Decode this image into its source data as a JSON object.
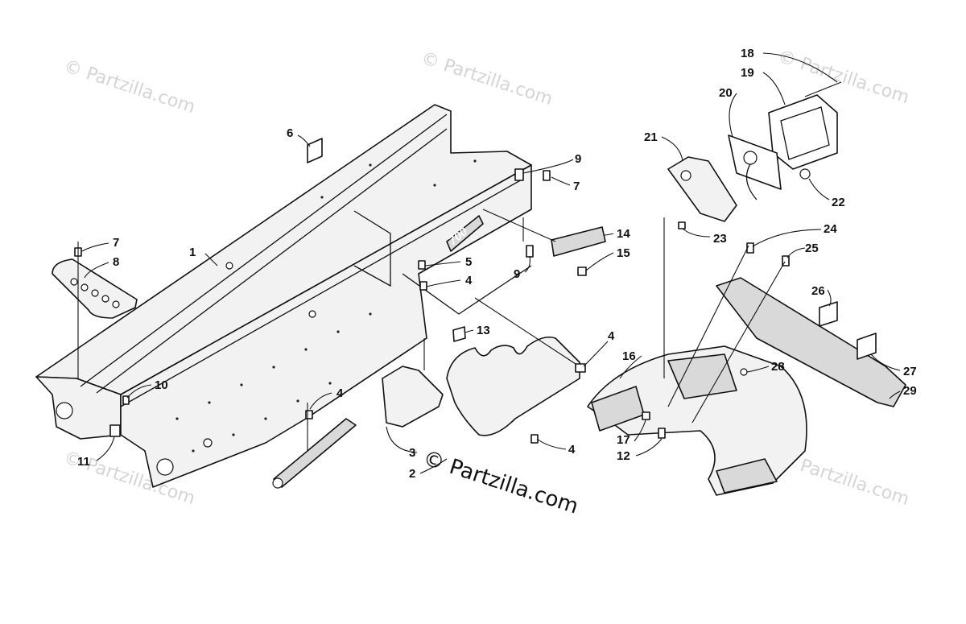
{
  "watermark": {
    "text": "© Partzilla.com"
  },
  "decal": {
    "text": "700"
  },
  "callouts": [
    {
      "id": "c1",
      "label": "1"
    },
    {
      "id": "c2",
      "label": "2"
    },
    {
      "id": "c3",
      "label": "3"
    },
    {
      "id": "c4a",
      "label": "4"
    },
    {
      "id": "c4b",
      "label": "4"
    },
    {
      "id": "c4c",
      "label": "4"
    },
    {
      "id": "c4d",
      "label": "4"
    },
    {
      "id": "c5",
      "label": "5"
    },
    {
      "id": "c6",
      "label": "6"
    },
    {
      "id": "c7a",
      "label": "7"
    },
    {
      "id": "c7b",
      "label": "7"
    },
    {
      "id": "c8",
      "label": "8"
    },
    {
      "id": "c9a",
      "label": "9"
    },
    {
      "id": "c9b",
      "label": "9"
    },
    {
      "id": "c10",
      "label": "10"
    },
    {
      "id": "c11",
      "label": "11"
    },
    {
      "id": "c12",
      "label": "12"
    },
    {
      "id": "c13",
      "label": "13"
    },
    {
      "id": "c14",
      "label": "14"
    },
    {
      "id": "c15",
      "label": "15"
    },
    {
      "id": "c16",
      "label": "16"
    },
    {
      "id": "c17",
      "label": "17"
    },
    {
      "id": "c18",
      "label": "18"
    },
    {
      "id": "c19",
      "label": "19"
    },
    {
      "id": "c20",
      "label": "20"
    },
    {
      "id": "c21",
      "label": "21"
    },
    {
      "id": "c22",
      "label": "22"
    },
    {
      "id": "c23",
      "label": "23"
    },
    {
      "id": "c24",
      "label": "24"
    },
    {
      "id": "c25",
      "label": "25"
    },
    {
      "id": "c26",
      "label": "26"
    },
    {
      "id": "c27",
      "label": "27"
    },
    {
      "id": "c28",
      "label": "28"
    },
    {
      "id": "c29",
      "label": "29"
    }
  ]
}
